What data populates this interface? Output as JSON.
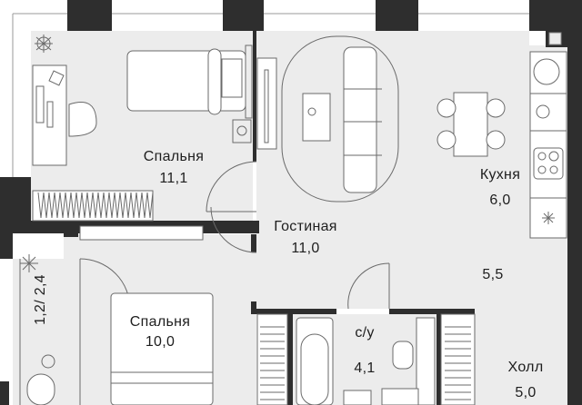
{
  "rooms": {
    "bedroom1": {
      "name": "Спальня",
      "area": "11,1"
    },
    "living": {
      "name": "Гостиная",
      "area": "11,0"
    },
    "kitchen": {
      "name": "Кухня",
      "area": "6,0"
    },
    "corridor": {
      "area": "5,5"
    },
    "bedroom2": {
      "name": "Спальня",
      "area": "10,0"
    },
    "bathroom": {
      "name": "с/у",
      "area": "4,1"
    },
    "hall": {
      "name": "Холл",
      "area": "5,0"
    },
    "balcony": {
      "area": "1,2/ 2,4"
    }
  },
  "colors": {
    "wall": "#2e2e2e",
    "floor": "#ececec",
    "line": "#8a8a8a"
  }
}
